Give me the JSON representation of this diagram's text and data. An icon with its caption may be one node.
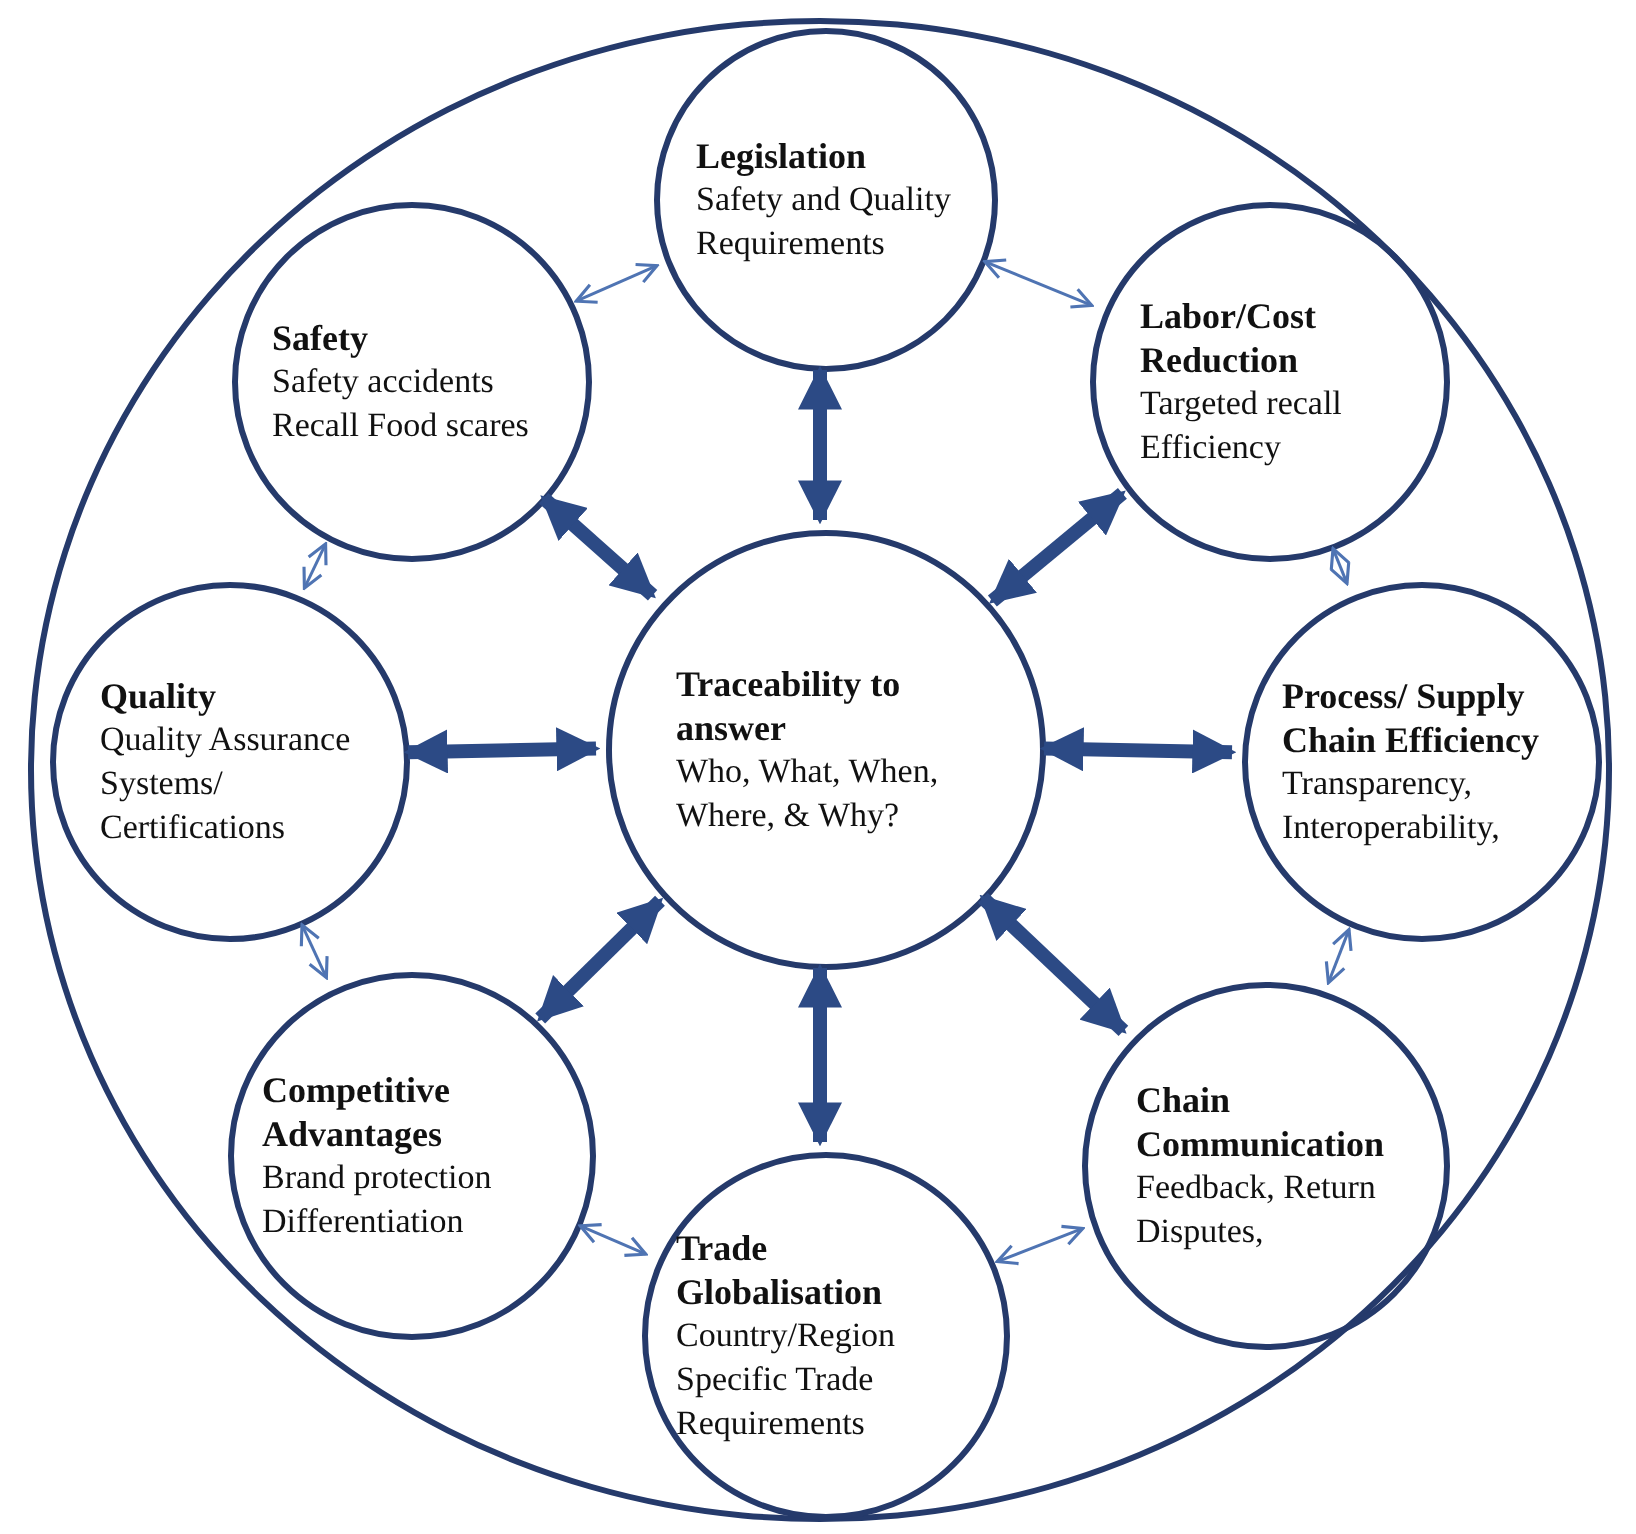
{
  "diagram": {
    "nodes": [
      {
        "text": [],
        "shape": "circle"
      },
      {
        "text": [
          "Legislation",
          "Safety and Quality Requirements"
        ],
        "in": 0
      },
      {
        "text": [
          "Safety",
          "Safety accidents Recall Food scares"
        ],
        "in": 0
      },
      {
        "text": [
          "Labor/Cost Reduction",
          "Targeted recall Efficiency"
        ],
        "in": 0
      },
      {
        "text": [
          "Quality",
          "Quality Assurance Systems/ Certifications"
        ],
        "in": 0
      },
      {
        "text": [
          "Traceability to answer",
          "Who, What, When, Where, & Why?"
        ],
        "in": 0
      },
      {
        "text": [
          "Process/ Supply Chain Efficiency",
          "Transparency, Interoperability,"
        ],
        "in": 0
      },
      {
        "text": [
          "Competitive Advantages",
          "Brand protection Differentiation"
        ],
        "in": 0
      },
      {
        "text": [
          "Chain Communication",
          "Feedback, Return Disputes,"
        ],
        "in": 0
      },
      {
        "text": [
          "Trade Globalisation",
          "Country/Region Specific Trade Requirements"
        ],
        "in": 0
      }
    ],
    "edges": [
      {
        "from": 5,
        "to": 1,
        "arrow": "both",
        "style": "thick"
      },
      {
        "from": 5,
        "to": 3,
        "arrow": "both",
        "style": "thick"
      },
      {
        "from": 5,
        "to": 6,
        "arrow": "both",
        "style": "thick"
      },
      {
        "from": 5,
        "to": 8,
        "arrow": "both",
        "style": "thick"
      },
      {
        "from": 5,
        "to": 9,
        "arrow": "both",
        "style": "thick"
      },
      {
        "from": 5,
        "to": 7,
        "arrow": "both",
        "style": "thick"
      },
      {
        "from": 5,
        "to": 4,
        "arrow": "both",
        "style": "thick"
      },
      {
        "from": 5,
        "to": 2,
        "arrow": "both",
        "style": "thick"
      },
      {
        "from": 2,
        "to": 1,
        "arrow": "both"
      },
      {
        "from": 1,
        "to": 3,
        "arrow": "both"
      },
      {
        "from": 3,
        "to": 6,
        "arrow": "both"
      },
      {
        "from": 6,
        "to": 8,
        "arrow": "both"
      },
      {
        "from": 8,
        "to": 9,
        "arrow": "both"
      },
      {
        "from": 9,
        "to": 7,
        "arrow": "both"
      },
      {
        "from": 7,
        "to": 4,
        "arrow": "both"
      },
      {
        "from": 4,
        "to": 2,
        "arrow": "both"
      }
    ]
  }
}
